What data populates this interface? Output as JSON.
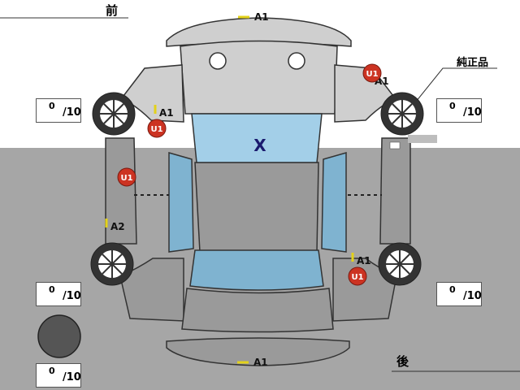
{
  "labels": {
    "front": "前",
    "rear": "後",
    "genuine": "純正品"
  },
  "tire_scores": [
    {
      "value": "0",
      "max": "/10"
    },
    {
      "value": "0",
      "max": "/10"
    },
    {
      "value": "0",
      "max": "/10"
    },
    {
      "value": "0",
      "max": "/10"
    },
    {
      "value": "0",
      "max": "/10"
    }
  ],
  "damage_markers": [
    {
      "code": "A1",
      "type": "scratch"
    },
    {
      "code": "A1",
      "type": "scratch"
    },
    {
      "code": "U1",
      "type": "dent"
    },
    {
      "code": "A1",
      "type": "scratch"
    },
    {
      "code": "U1",
      "type": "dent"
    },
    {
      "code": "U1",
      "type": "dent"
    },
    {
      "code": "A2",
      "type": "scratch"
    },
    {
      "code": "A1",
      "type": "scratch"
    },
    {
      "code": "U1",
      "type": "dent"
    },
    {
      "code": "A1",
      "type": "scratch"
    }
  ],
  "windshield_mark": "X",
  "colors": {
    "body": "#c9c9c9",
    "glass": "#a3cfe8",
    "dent_marker": "#cc3322",
    "scratch_tick": "#e3d21a",
    "background_lower": "#a6a6a6"
  }
}
